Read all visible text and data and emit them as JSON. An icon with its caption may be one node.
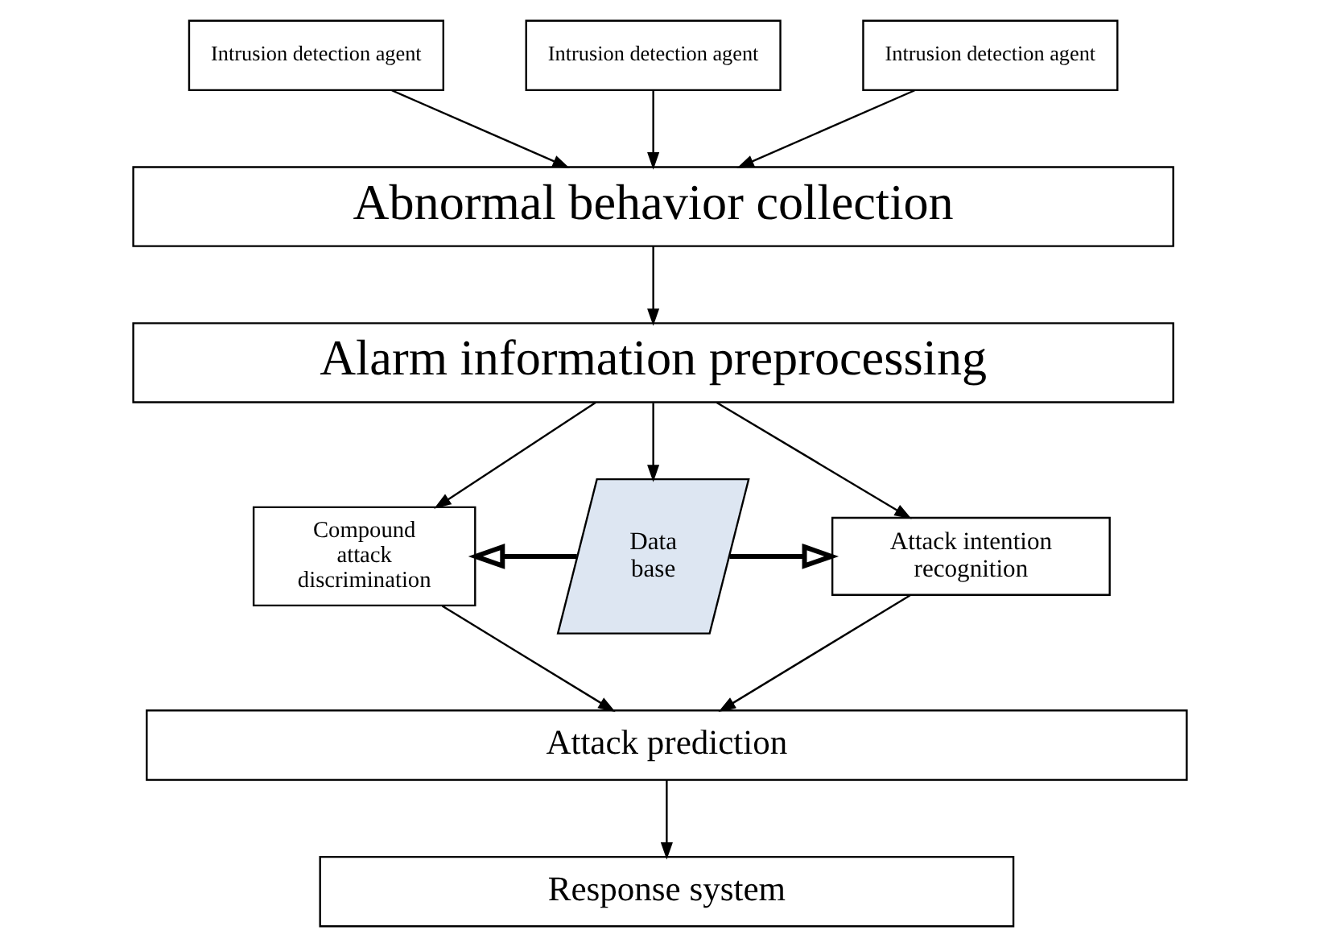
{
  "diagram": {
    "nodes": [
      {
        "text": [
          "Intrusion detection agent"
        ]
      },
      {
        "text": [
          "Intrusion detection agent"
        ]
      },
      {
        "text": [
          "Intrusion detection agent"
        ]
      },
      {
        "text": [
          "Abnormal behavior collection"
        ]
      },
      {
        "text": [
          "Alarm information preprocessing"
        ]
      },
      {
        "text": [
          "Compound attack discrimination"
        ]
      },
      {
        "text": [
          "Data base"
        ]
      },
      {
        "text": [
          "Attack intention recognition"
        ]
      },
      {
        "text": [
          "Attack prediction"
        ]
      },
      {
        "text": [
          "Response system"
        ]
      }
    ],
    "edges": [
      {
        "from": 0,
        "to": 3,
        "arrow": "to"
      },
      {
        "from": 1,
        "to": 3,
        "arrow": "to"
      },
      {
        "from": 2,
        "to": 3,
        "arrow": "to"
      },
      {
        "from": 3,
        "to": 4,
        "arrow": "to"
      },
      {
        "from": 4,
        "to": 5,
        "arrow": "to"
      },
      {
        "from": 4,
        "to": 6,
        "arrow": "to"
      },
      {
        "from": 4,
        "to": 7,
        "arrow": "to"
      },
      {
        "from": 6,
        "to": 5,
        "arrow": "to",
        "style": "thick"
      },
      {
        "from": 6,
        "to": 7,
        "arrow": "to",
        "style": "thick"
      },
      {
        "from": 5,
        "to": 8,
        "arrow": "to"
      },
      {
        "from": 7,
        "to": 8,
        "arrow": "to"
      },
      {
        "from": 8,
        "to": 9,
        "arrow": "to"
      }
    ]
  }
}
